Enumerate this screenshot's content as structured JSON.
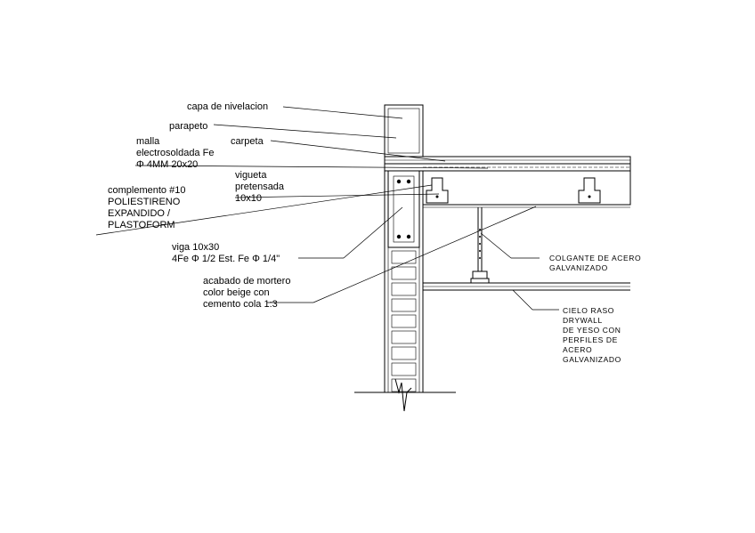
{
  "labels": {
    "capa_nivelacion": "capa de nivelacion",
    "parapeto": "parapeto",
    "malla_1": "malla",
    "malla_2": "electrosoldada Fe",
    "malla_3": "Φ 4MM 20x20",
    "carpeta": "carpeta",
    "vigueta_1": "vigueta",
    "vigueta_2": "pretensada",
    "vigueta_3": "10x10",
    "complemento_1": "complemento #10",
    "complemento_2": "POLIESTIRENO",
    "complemento_3": "EXPANDIDO /",
    "complemento_4": "PLASTOFORM",
    "viga_1": "viga 10x30",
    "viga_2": "4Fe Φ 1/2 Est. Fe Φ 1/4\"",
    "acabado_1": "acabado de mortero",
    "acabado_2": "color beige con",
    "acabado_3": "cemento cola 1:3",
    "colgante_1": "COLGANTE DE ACERO",
    "colgante_2": "GALVANIZADO",
    "cielo_1": "CIELO RASO",
    "cielo_2": "DRYWALL",
    "cielo_3": "DE YESO CON",
    "cielo_4": "PERFILES DE",
    "cielo_5": "ACERO",
    "cielo_6": "GALVANIZADO"
  },
  "colors": {
    "line": "#000000",
    "concrete_fill": "#d9d9d9",
    "background": "#ffffff"
  }
}
